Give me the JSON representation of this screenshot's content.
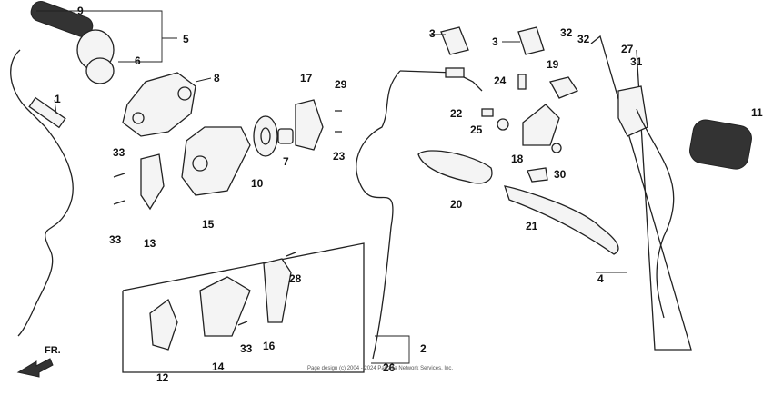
{
  "diagram": {
    "callouts": [
      "1",
      "2",
      "3",
      "3",
      "4",
      "5",
      "6",
      "7",
      "8",
      "9",
      "10",
      "11",
      "12",
      "13",
      "14",
      "15",
      "16",
      "17",
      "18",
      "19",
      "20",
      "21",
      "22",
      "23",
      "24",
      "25",
      "26",
      "27",
      "28",
      "29",
      "30",
      "31",
      "32",
      "32",
      "33",
      "33",
      "33"
    ],
    "direction_label": "FR.",
    "copyright": "Page design (c) 2004 - 2024 Partzilla Network Services, Inc."
  }
}
